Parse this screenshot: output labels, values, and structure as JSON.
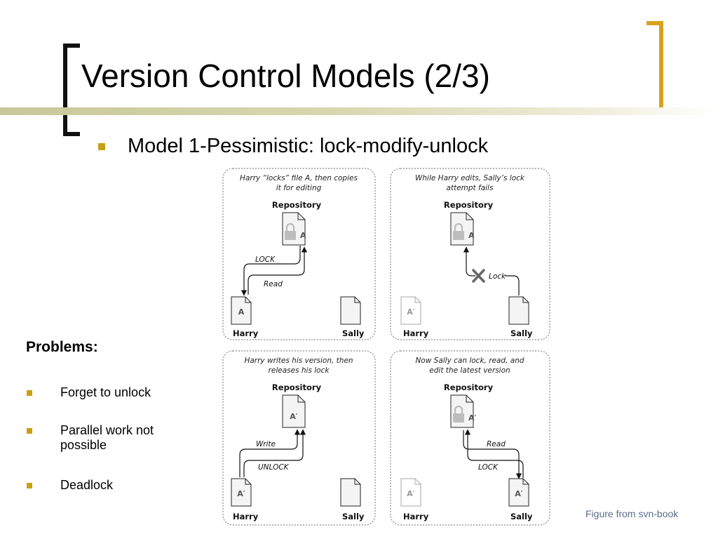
{
  "slide": {
    "title": "Version Control Models (2/3)",
    "bullet": "Model 1-Pessimistic: lock-modify-unlock",
    "problems_heading": "Problems:",
    "problems": [
      "Forget to unlock",
      "Parallel work not possible",
      "Deadlock"
    ],
    "caption": "Figure from svn-book"
  },
  "colors": {
    "accent": "#c7a112",
    "bracket_right": "#d8a21c",
    "caption": "#5a6e8a"
  },
  "diagram": {
    "panels": [
      {
        "caption_lines": [
          "Harry “locks” file A, then copies",
          "it for editing"
        ],
        "repository": "Repository",
        "repo_file": "A",
        "harry_file": "A",
        "sally_file": "",
        "harry": "Harry",
        "sally": "Sally",
        "arrow_labels": [
          "LOCK",
          "Read"
        ]
      },
      {
        "caption_lines": [
          "While Harry edits, Sally’s lock",
          "attempt fails"
        ],
        "repository": "Repository",
        "repo_file": "A",
        "harry_file": "A′",
        "sally_file": "",
        "harry": "Harry",
        "sally": "Sally",
        "arrow_labels": [
          "Lock"
        ]
      },
      {
        "caption_lines": [
          "Harry writes his version, then",
          "releases his lock"
        ],
        "repository": "Repository",
        "repo_file": "A′",
        "harry_file": "A′",
        "sally_file": "",
        "harry": "Harry",
        "sally": "Sally",
        "arrow_labels": [
          "Write",
          "UNLOCK"
        ]
      },
      {
        "caption_lines": [
          "Now Sally can lock, read, and",
          "edit the latest version"
        ],
        "repository": "Repository",
        "repo_file": "A′",
        "harry_file": "A′",
        "sally_file": "A′",
        "harry": "Harry",
        "sally": "Sally",
        "arrow_labels": [
          "Read",
          "LOCK"
        ]
      }
    ]
  }
}
